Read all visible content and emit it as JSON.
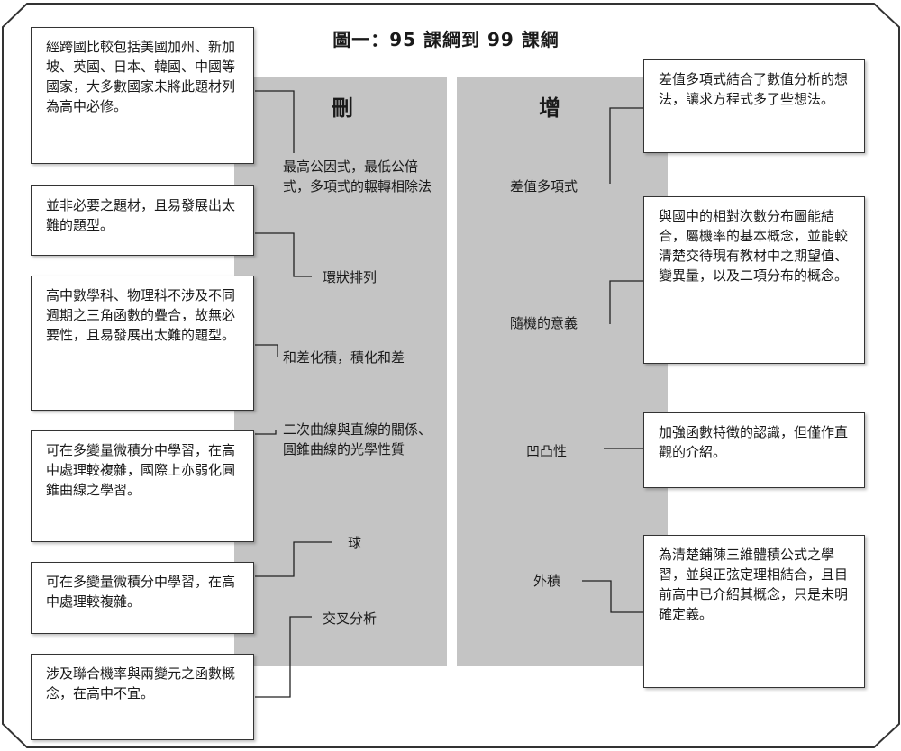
{
  "title": "圖一：95 課綱到 99 課綱",
  "delete_column": {
    "heading": "刪",
    "items": [
      "最高公因式，最低公倍式，多項式的輾轉相除法",
      "環狀排列",
      "和差化積，積化和差",
      "二次曲線與直線的關係、圓錐曲線的光學性質",
      "球",
      "交叉分析"
    ],
    "notes": [
      "經跨國比較包括美國加州、新加坡、英國、日本、韓國、中國等國家，大多數國家未將此題材列為高中必修。",
      "並非必要之題材，且易發展出太難的題型。",
      "高中數學科、物理科不涉及不同週期之三角函數的疊合，故無必要性，且易發展出太難的題型。",
      "可在多變量微積分中學習，在高中處理較複雜，國際上亦弱化圓錐曲線之學習。",
      "可在多變量微積分中學習，在高中處理較複雜。",
      "涉及聯合機率與兩變元之函數概念，在高中不宜。"
    ]
  },
  "add_column": {
    "heading": "增",
    "items": [
      "差值多項式",
      "隨機的意義",
      "凹凸性",
      "外積"
    ],
    "notes": [
      "差值多項式結合了數值分析的想法，讓求方程式多了些想法。",
      "與國中的相對次數分布圖能結合，屬機率的基本概念，並能較清楚交待現有教材中之期望值、變異量，以及二項分布的概念。",
      "加強函數特徵的認識，但僅作直觀的介紹。",
      "為清楚鋪陳三維體積公式之學習，並與正弦定理相結合，且目前高中已介紹其概念，只是未明確定義。"
    ]
  }
}
